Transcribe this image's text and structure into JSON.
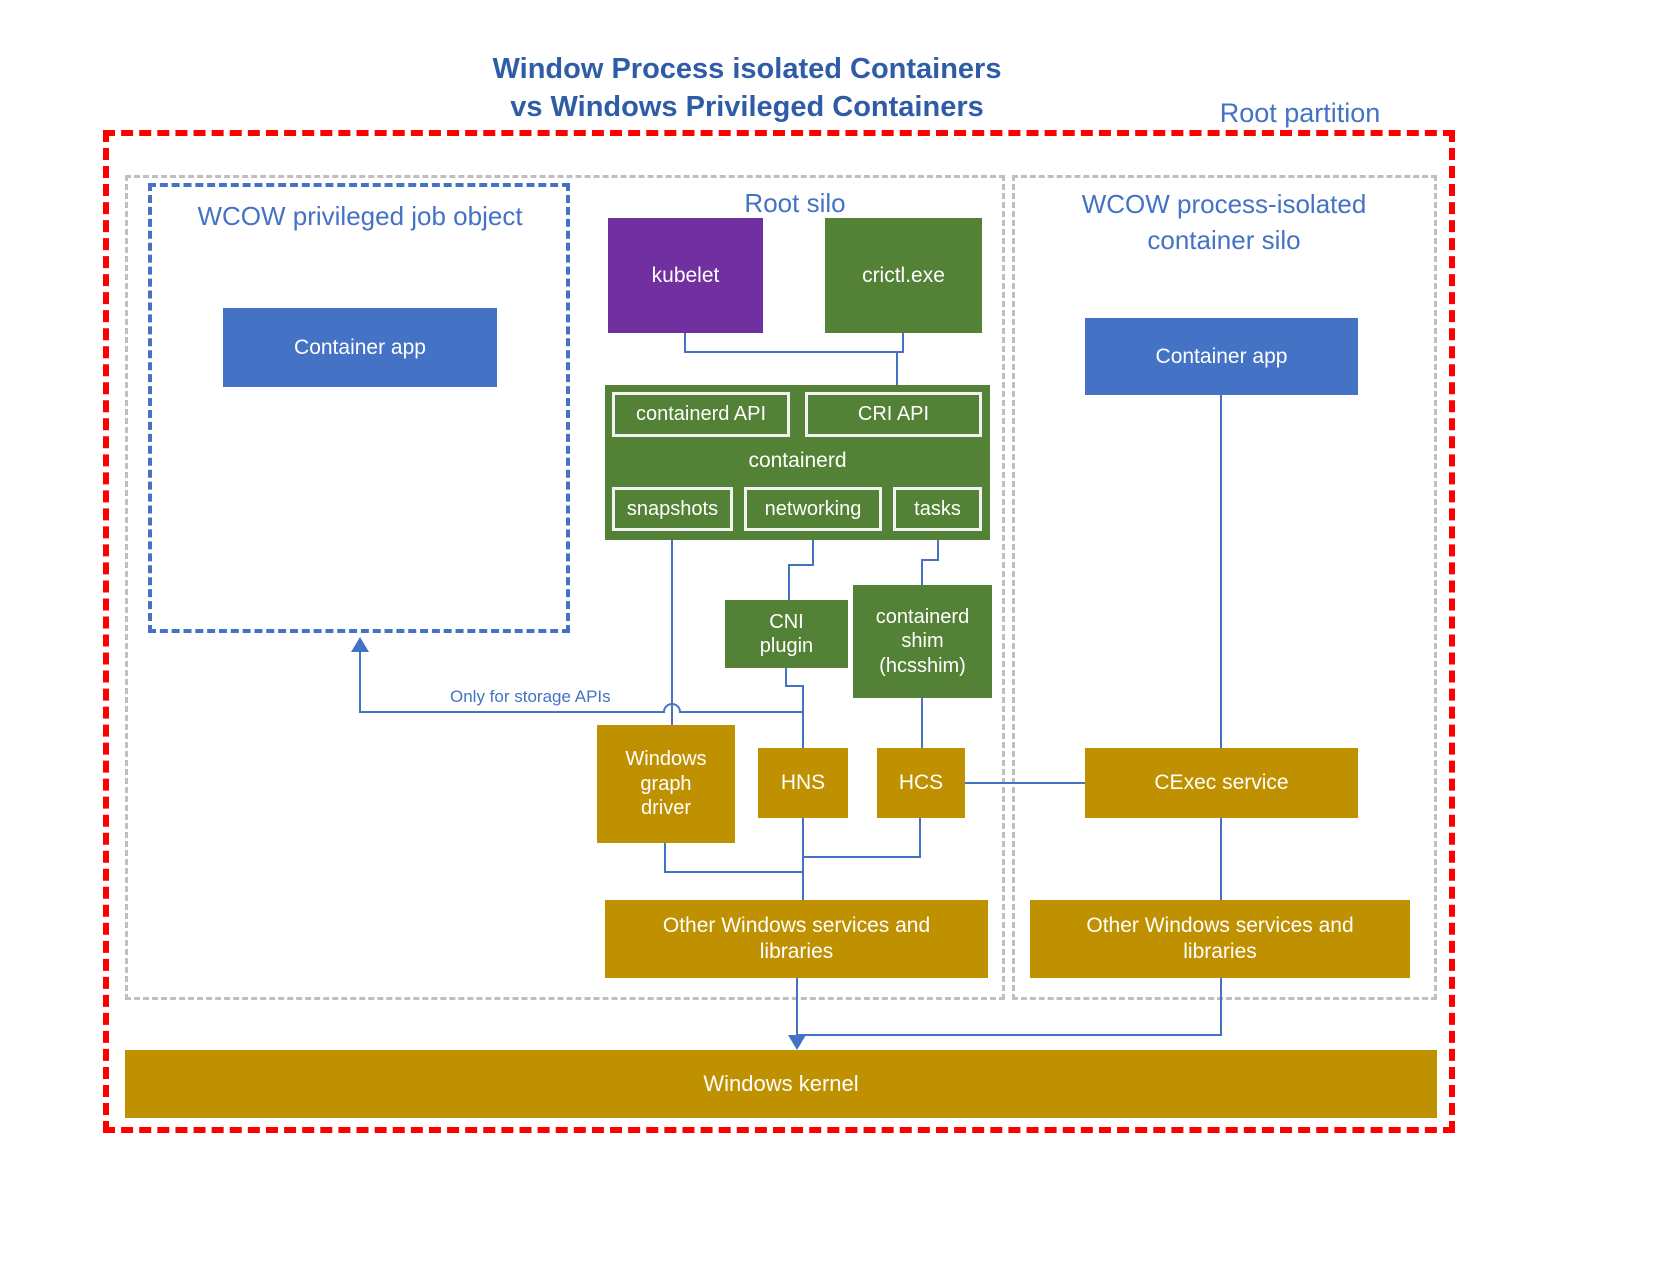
{
  "title": {
    "line1": "Window Process isolated Containers",
    "line2": "vs Windows Privileged Containers"
  },
  "labels": {
    "root_partition": "Root partition",
    "root_silo": "Root silo",
    "privileged_job_object": "WCOW privileged job object",
    "process_isolated_silo": "WCOW process-isolated\ncontainer silo",
    "only_for_storage": "Only for storage APIs"
  },
  "boxes": {
    "container_app_left": "Container app",
    "kubelet": "kubelet",
    "crictl": "crictl.exe",
    "containerd_api": "containerd API",
    "cri_api": "CRI API",
    "containerd": "containerd",
    "snapshots": "snapshots",
    "networking": "networking",
    "tasks": "tasks",
    "cni_plugin": "CNI\nplugin",
    "containerd_shim": "containerd\nshim\n(hcsshim)",
    "windows_graph_driver": "Windows\ngraph\ndriver",
    "hns": "HNS",
    "hcs": "HCS",
    "other_windows_left": "Other Windows services and\nlibraries",
    "container_app_right": "Container app",
    "cexec_service": "CExec service",
    "other_windows_right": "Other Windows services and\nlibraries",
    "windows_kernel": "Windows kernel"
  },
  "colors": {
    "title_blue": "#2E5CA6",
    "label_blue": "#4472C4",
    "box_blue": "#4472C4",
    "purple": "#7030A0",
    "green": "#538135",
    "gold": "#BF9000",
    "red_border": "#FF0000",
    "gray_border": "#BFBFBF",
    "connector": "#4472C4"
  }
}
